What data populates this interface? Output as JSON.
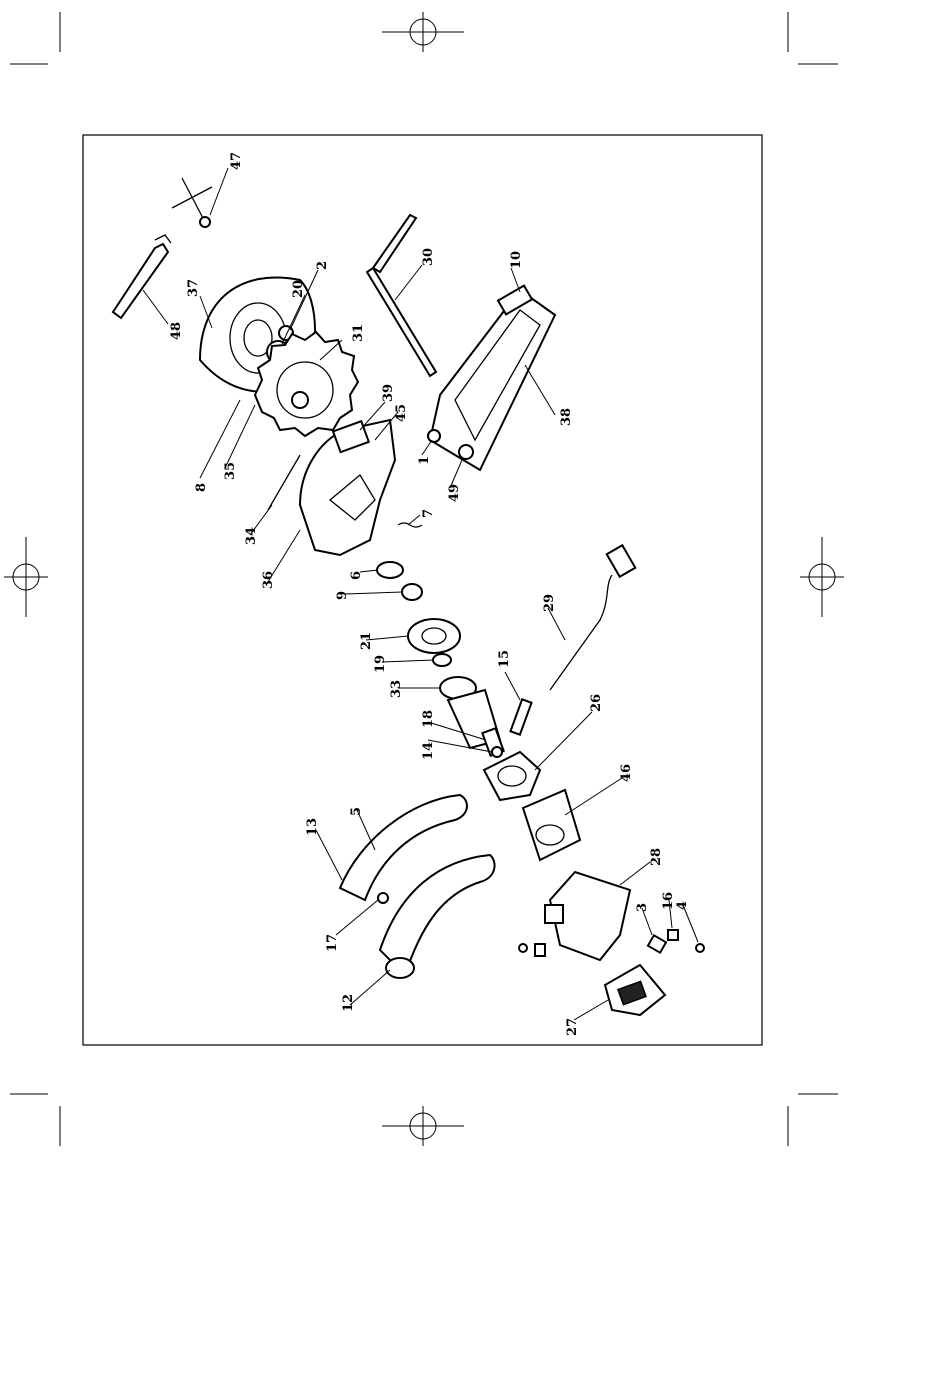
{
  "diagram": {
    "part_numbers": [
      "47",
      "48",
      "37",
      "20",
      "2",
      "31",
      "30",
      "10",
      "8",
      "35",
      "39",
      "45",
      "34",
      "1",
      "38",
      "36",
      "7",
      "49",
      "6",
      "9",
      "21",
      "19",
      "33",
      "18",
      "14",
      "15",
      "26",
      "29",
      "13",
      "5",
      "46",
      "17",
      "28",
      "3",
      "16",
      "4",
      "12",
      "27"
    ]
  }
}
